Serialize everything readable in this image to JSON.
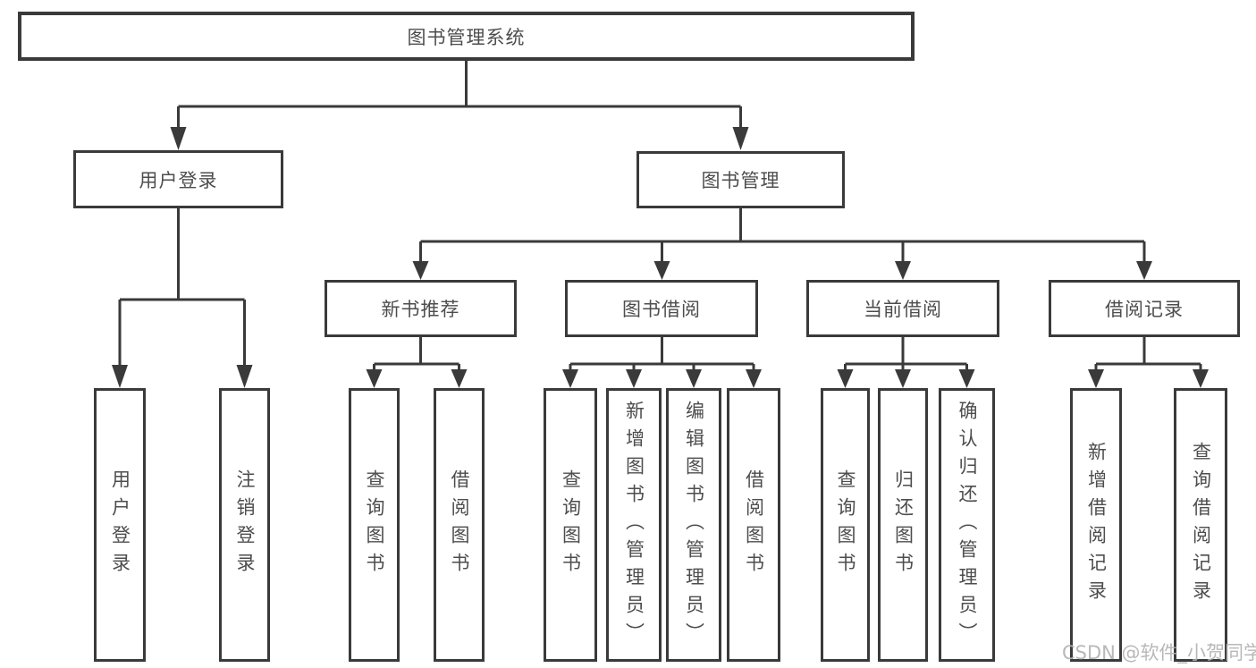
{
  "tree": {
    "root": {
      "label": "图书管理系统"
    },
    "branch_user": {
      "label": "用户登录",
      "children": [
        {
          "label": "用户登录"
        },
        {
          "label": "注销登录"
        }
      ]
    },
    "branch_book": {
      "label": "图书管理",
      "groups": [
        {
          "label": "新书推荐",
          "children": [
            {
              "label": "查询图书"
            },
            {
              "label": "借阅图书"
            }
          ]
        },
        {
          "label": "图书借阅",
          "children": [
            {
              "label": "查询图书"
            },
            {
              "label": "新增图书（管理员）"
            },
            {
              "label": "编辑图书（管理员）"
            },
            {
              "label": "借阅图书"
            }
          ]
        },
        {
          "label": "当前借阅",
          "children": [
            {
              "label": "查询图书"
            },
            {
              "label": "归还图书"
            },
            {
              "label": "确认归还（管理员）"
            }
          ]
        },
        {
          "label": "借阅记录",
          "children": [
            {
              "label": "新增借阅记录"
            },
            {
              "label": "查询借阅记录"
            }
          ]
        }
      ]
    }
  },
  "watermark": {
    "text": "CSDN @软件_小贺同学"
  },
  "colors": {
    "line": "#3a3a3a",
    "text": "#4d4d4d",
    "watermark": "#b3b3b3",
    "background": "#ffffff"
  }
}
